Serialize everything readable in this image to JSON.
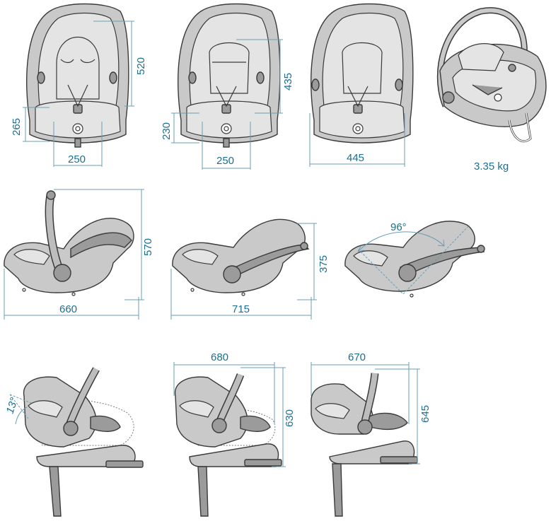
{
  "front_views": {
    "view1": {
      "height": "520",
      "harness": "265",
      "width": "250"
    },
    "view2": {
      "height": "435",
      "harness": "230",
      "width": "250"
    },
    "view3": {
      "width": "445"
    },
    "weight": "3.35 kg"
  },
  "side_views": {
    "handle_up": {
      "length": "660",
      "height": "570"
    },
    "handle_down": {
      "length": "715",
      "height": "375"
    },
    "handle_angle": "96°"
  },
  "base_views": {
    "recline_angle": "13°",
    "view2": {
      "length": "680",
      "height": "630"
    },
    "view3": {
      "length": "670",
      "height": "645"
    }
  }
}
